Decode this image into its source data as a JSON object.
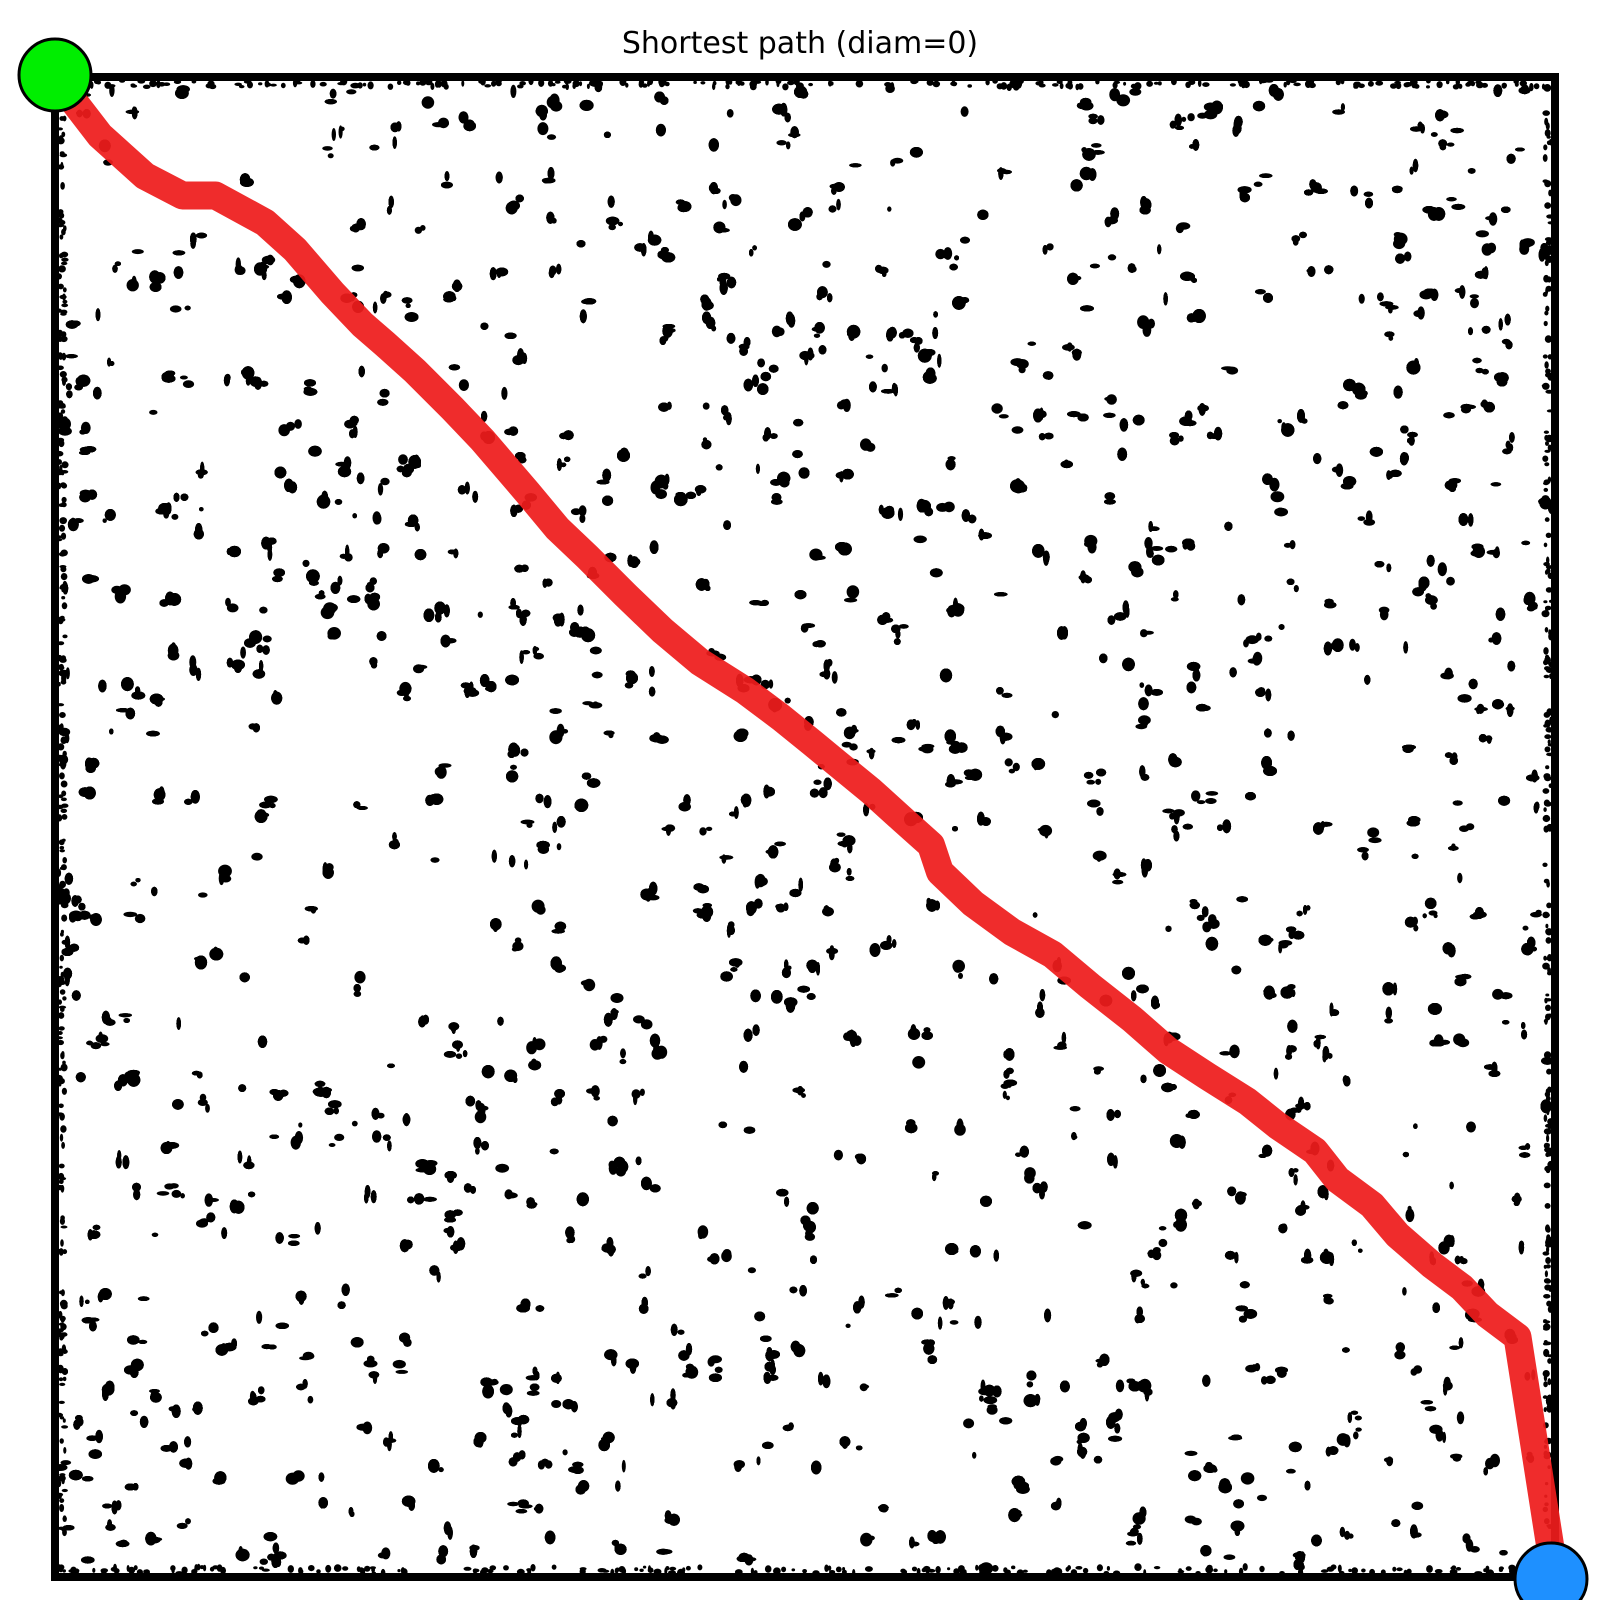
{
  "title": "Shortest path (diam=0)",
  "maze": {
    "obstacle_color": "#000000",
    "background_color": "#ffffff",
    "border_color": "#000000"
  },
  "path": {
    "color": "#ee1c1c",
    "waypoints": [
      [
        0,
        0
      ],
      [
        0.03,
        0.039
      ],
      [
        0.06,
        0.066
      ],
      [
        0.085,
        0.079
      ],
      [
        0.107,
        0.079
      ],
      [
        0.14,
        0.097
      ],
      [
        0.16,
        0.115
      ],
      [
        0.185,
        0.144
      ],
      [
        0.205,
        0.165
      ],
      [
        0.22,
        0.178
      ],
      [
        0.24,
        0.196
      ],
      [
        0.265,
        0.221
      ],
      [
        0.285,
        0.242
      ],
      [
        0.315,
        0.277
      ],
      [
        0.335,
        0.301
      ],
      [
        0.355,
        0.32
      ],
      [
        0.38,
        0.345
      ],
      [
        0.405,
        0.369
      ],
      [
        0.43,
        0.39
      ],
      [
        0.46,
        0.409
      ],
      [
        0.484,
        0.427
      ],
      [
        0.505,
        0.444
      ],
      [
        0.522,
        0.458
      ],
      [
        0.544,
        0.476
      ],
      [
        0.565,
        0.495
      ],
      [
        0.584,
        0.512
      ],
      [
        0.59,
        0.53
      ],
      [
        0.612,
        0.551
      ],
      [
        0.638,
        0.57
      ],
      [
        0.665,
        0.585
      ],
      [
        0.69,
        0.606
      ],
      [
        0.718,
        0.628
      ],
      [
        0.742,
        0.649
      ],
      [
        0.768,
        0.666
      ],
      [
        0.795,
        0.683
      ],
      [
        0.815,
        0.699
      ],
      [
        0.84,
        0.716
      ],
      [
        0.855,
        0.735
      ],
      [
        0.878,
        0.752
      ],
      [
        0.895,
        0.772
      ],
      [
        0.918,
        0.792
      ],
      [
        0.938,
        0.807
      ],
      [
        0.955,
        0.825
      ],
      [
        0.975,
        0.84
      ],
      [
        1,
        1
      ]
    ]
  },
  "start_marker": {
    "color": "#00ee00",
    "label": ""
  },
  "end_marker": {
    "color": "#1e90ff",
    "label": ""
  }
}
